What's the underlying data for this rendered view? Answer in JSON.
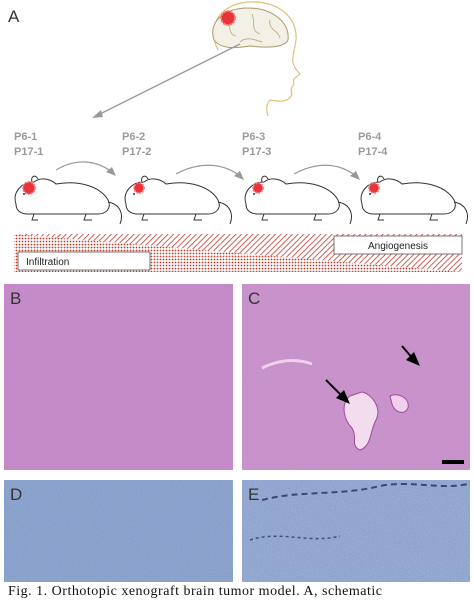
{
  "panels": {
    "a": "A",
    "b": "B",
    "c": "C",
    "d": "D",
    "e": "E"
  },
  "passages": [
    {
      "top": "P6-1",
      "bottom": "P17-1"
    },
    {
      "top": "P6-2",
      "bottom": "P17-2"
    },
    {
      "top": "P6-3",
      "bottom": "P17-3"
    },
    {
      "top": "P6-4",
      "bottom": "P17-4"
    }
  ],
  "banners": {
    "infiltration": "Infiltration",
    "angiogenesis": "Angiogenesis"
  },
  "caption": "Fig. 1. Orthotopic xenograft brain tumor model. A, schematic",
  "icons": [
    "head-icon",
    "brain-icon",
    "tumor-icon",
    "mouse-icon",
    "arrow-icon",
    "scale-bar"
  ],
  "colors": {
    "tumor": "#e8333a",
    "he_stain": "#c48ac8",
    "ihc_stain": "#8fa6cf",
    "hatch": "#c0392b",
    "head_outline": "#e0c07a"
  }
}
